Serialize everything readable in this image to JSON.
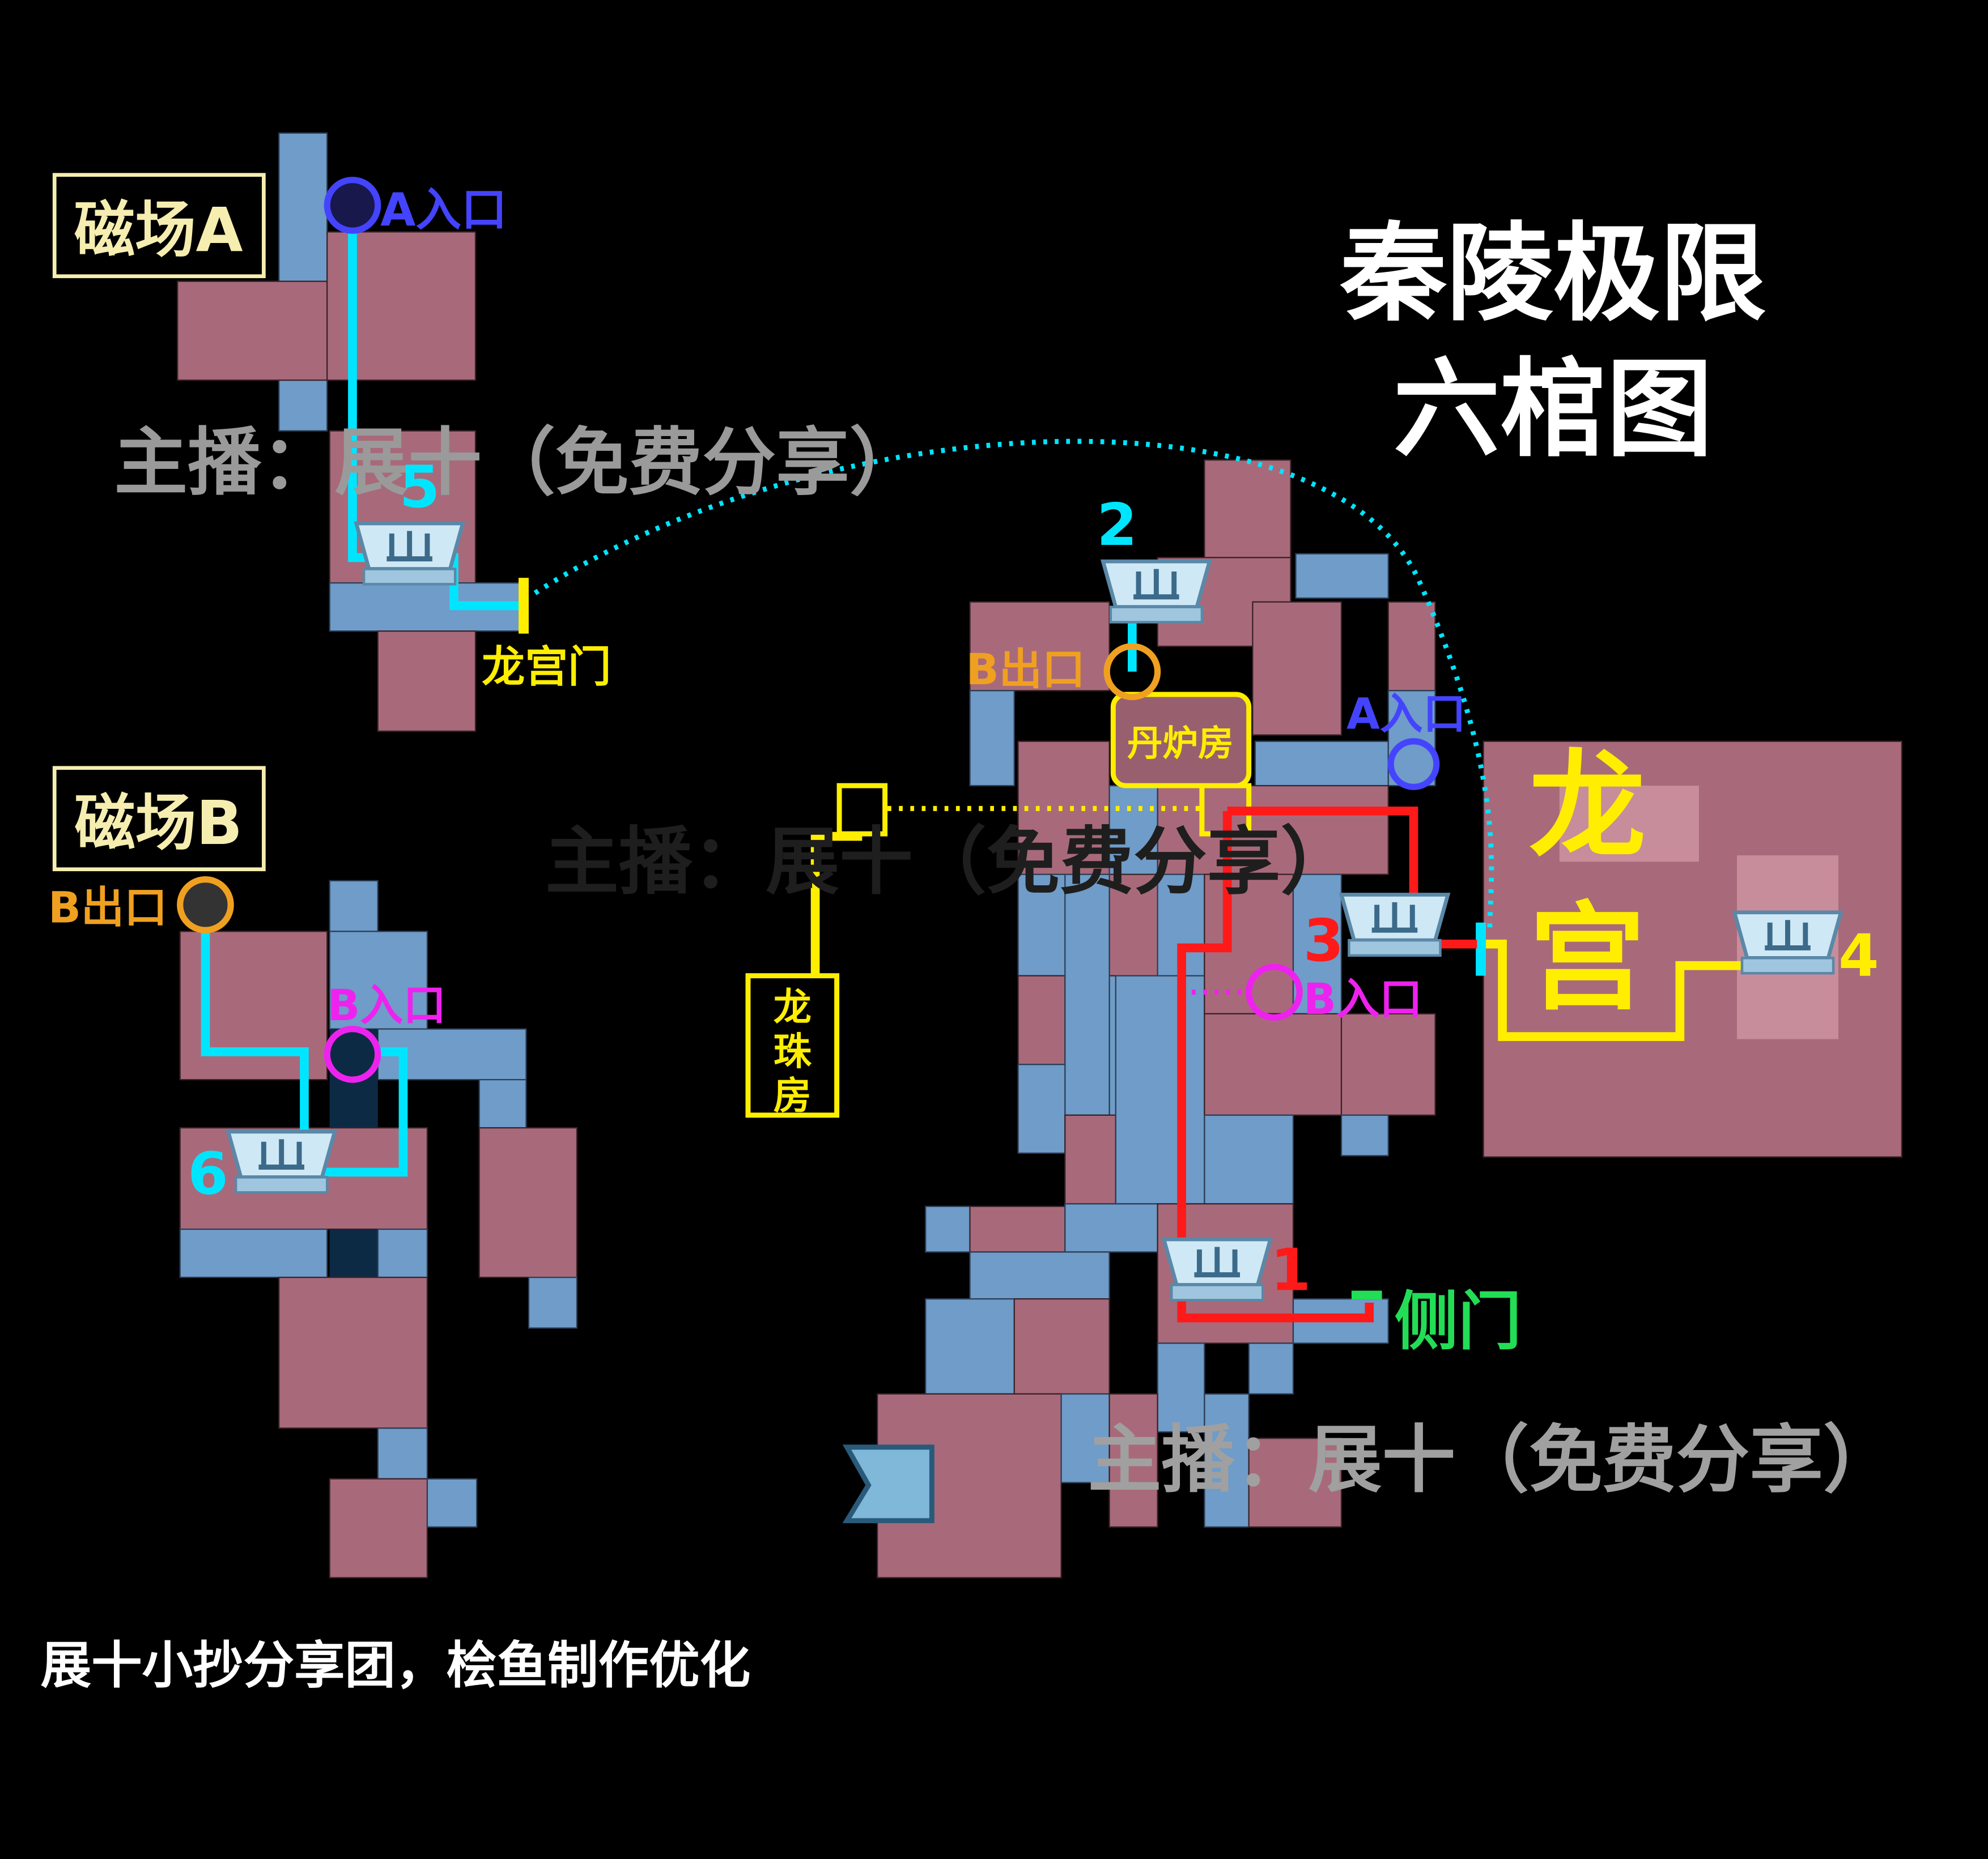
{
  "title": {
    "line1": "秦陵极限",
    "line2": "六棺图"
  },
  "watermark": "主播：展十（免费分享）",
  "footer": "展十小抄分享团，桧鱼制作优化",
  "zones": {
    "field_a": "磁场A",
    "field_b": "磁场B",
    "dragon_palace": {
      "char1": "龙",
      "char2": "宫"
    },
    "elixir_room": "丹炉房",
    "pearl_room": {
      "char1": "龙",
      "char2": "珠",
      "char3": "房"
    }
  },
  "markers": {
    "a_entrance": "A入口",
    "b_exit": "B出口",
    "b_entrance": "B入口",
    "dragon_gate": "龙宫门",
    "side_door": "侧门"
  },
  "coffins": [
    "1",
    "2",
    "3",
    "4",
    "5",
    "6"
  ],
  "colors": {
    "room": "#a86a7a",
    "corridor": "#6f9cc8",
    "cyan": "#00e5ff",
    "yellow": "#ffee00",
    "red": "#ff1a1a",
    "green": "#22dd55",
    "blue_marker": "#4444ff",
    "magenta": "#ee22ee",
    "orange": "#f0a020"
  }
}
